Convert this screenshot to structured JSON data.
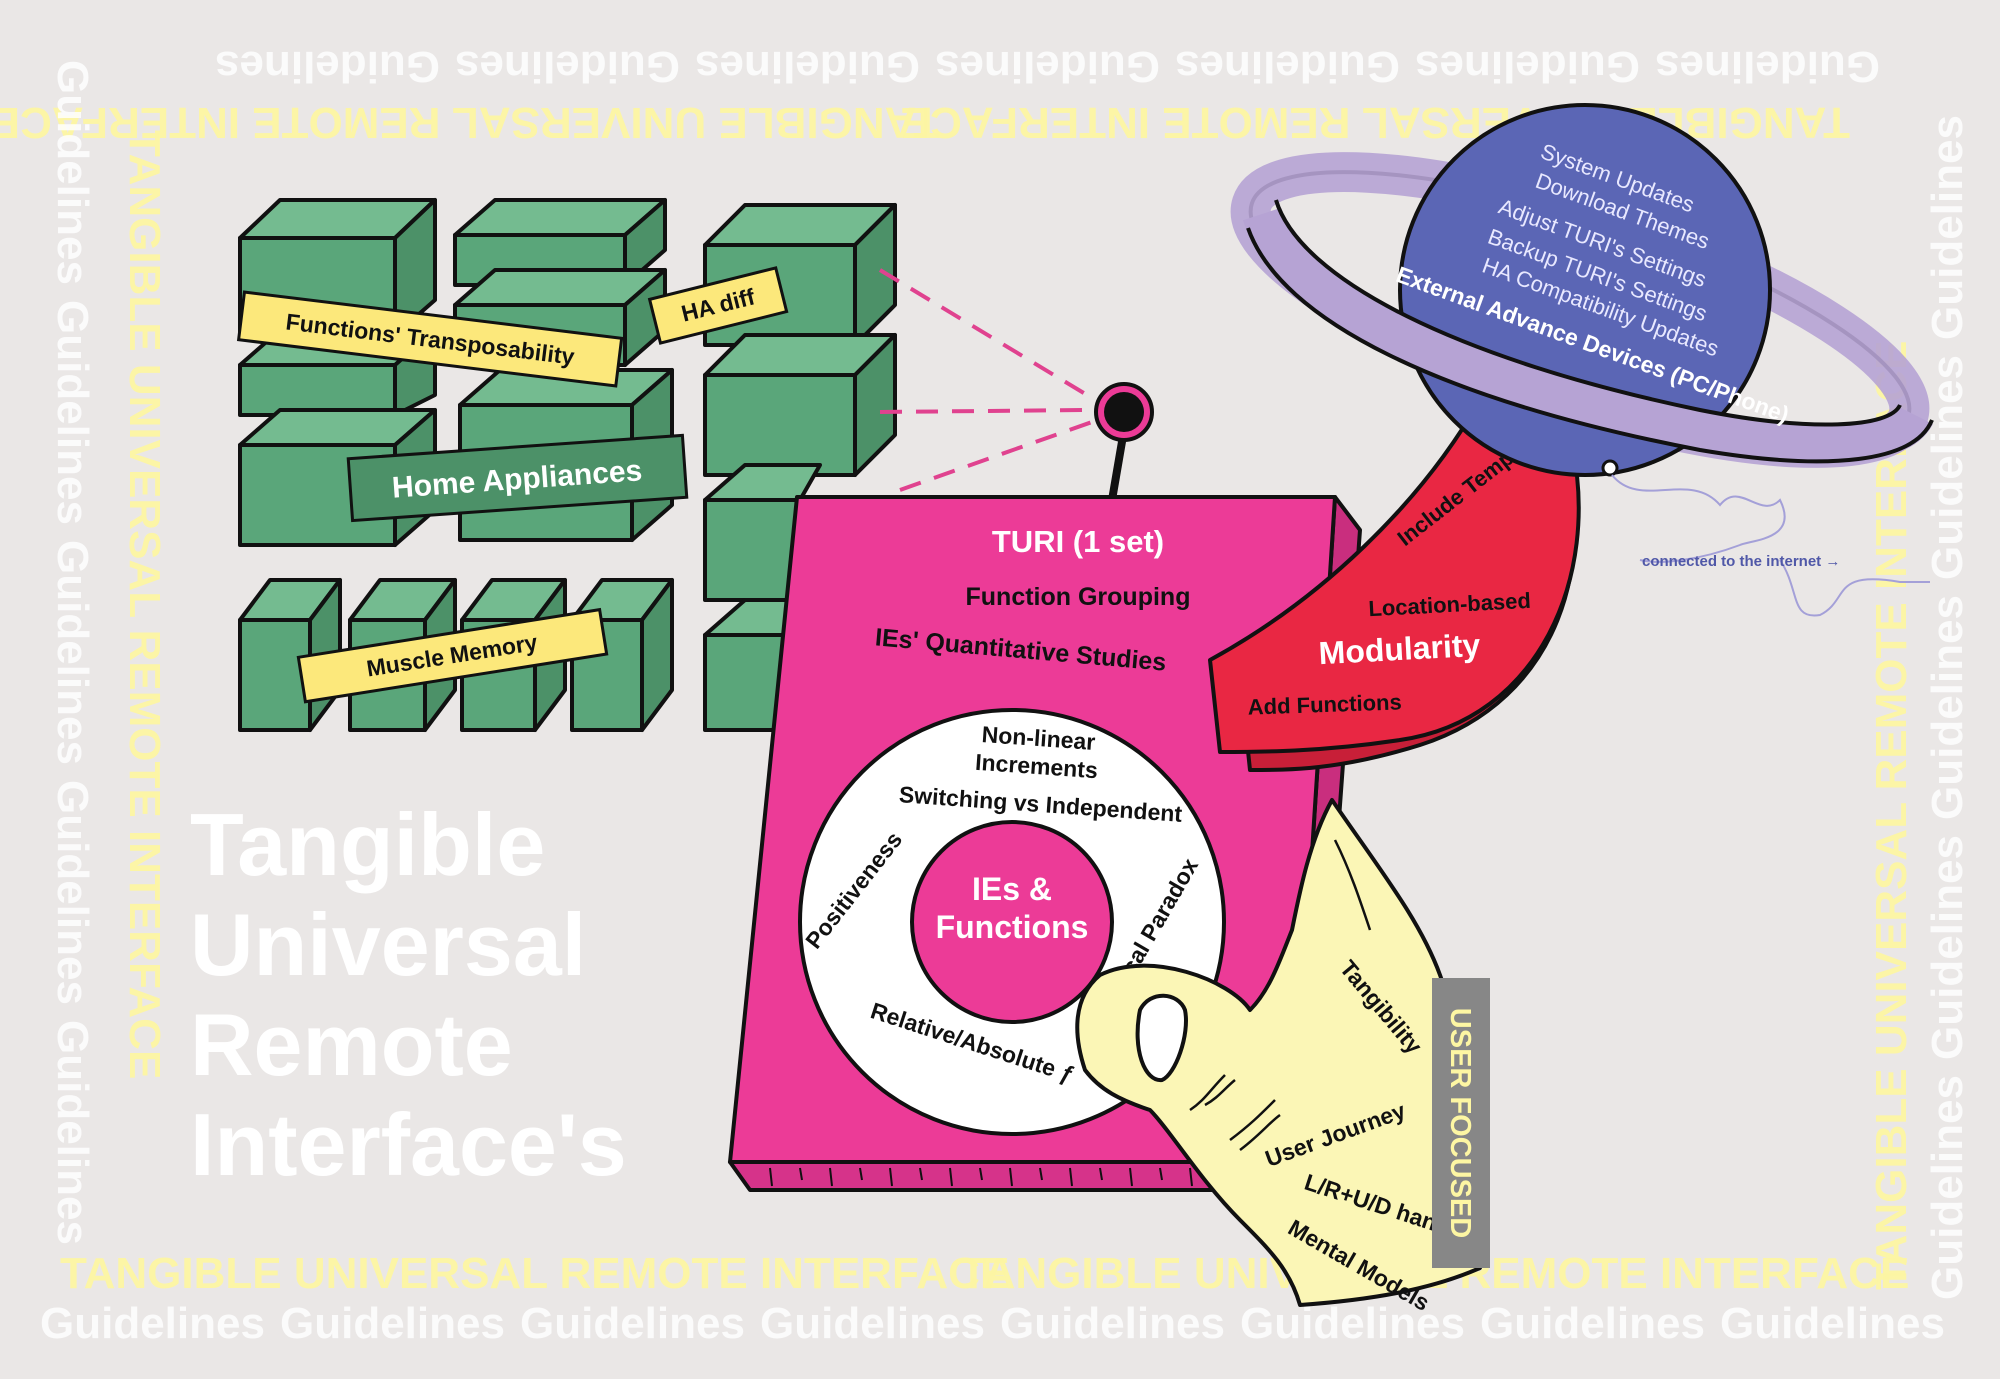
{
  "border": {
    "guidelines_word": "Guidelines",
    "title_phrase": "TANGIBLE UNIVERSAL REMOTE INTERFACE"
  },
  "title": {
    "line1": "Tangible",
    "line2": "Universal",
    "line3": "Remote",
    "line4": "Interface's"
  },
  "green_blocks": {
    "label_transposability": "Functions' Transposability",
    "label_ha_diff": "HA diff",
    "label_home_appliances": "Home Appliances",
    "label_muscle_memory": "Muscle Memory"
  },
  "remote": {
    "title": "TURI (1 set)",
    "item1": "Function Grouping",
    "item2": "IEs' Quantitative Studies",
    "center_line1": "IEs &",
    "center_line2": "Functions",
    "ring_nonlinear_1": "Non-linear",
    "ring_nonlinear_2": "Increments",
    "ring_switching": "Switching vs Independent",
    "ring_positiveness": "Positiveness",
    "ring_critical": "Critical Paradox",
    "ring_relative": "Relative/Absolute ƒ"
  },
  "modularity": {
    "include_template": "Include Template",
    "location_based": "Location-based",
    "title": "Modularity",
    "add_functions": "Add Functions"
  },
  "planet": {
    "items": [
      "System Updates",
      "Download Themes",
      "Adjust TURI's Settings",
      "Backup TURI's Settings",
      "HA Compatibility Updates"
    ],
    "ring_label": "External Advance Devices  (PC/Phone)",
    "connection_note": "connected to the internet →"
  },
  "hand": {
    "tangibility": "Tangibility",
    "user_journey": "User Journey",
    "lr_ud": "L/R+U/D hand",
    "mental_models": "Mental Models",
    "user_focused": "USER FOCUSED"
  },
  "colors": {
    "background": "#eae7e6",
    "block_green": "#5aa67a",
    "label_yellow": "#fce87b",
    "remote_pink": "#ec3b97",
    "modularity_red": "#e92743",
    "planet_blue": "#5b66b5",
    "ring_lavender": "#b6a3d4",
    "hand_yellow": "#fbf6b6"
  }
}
